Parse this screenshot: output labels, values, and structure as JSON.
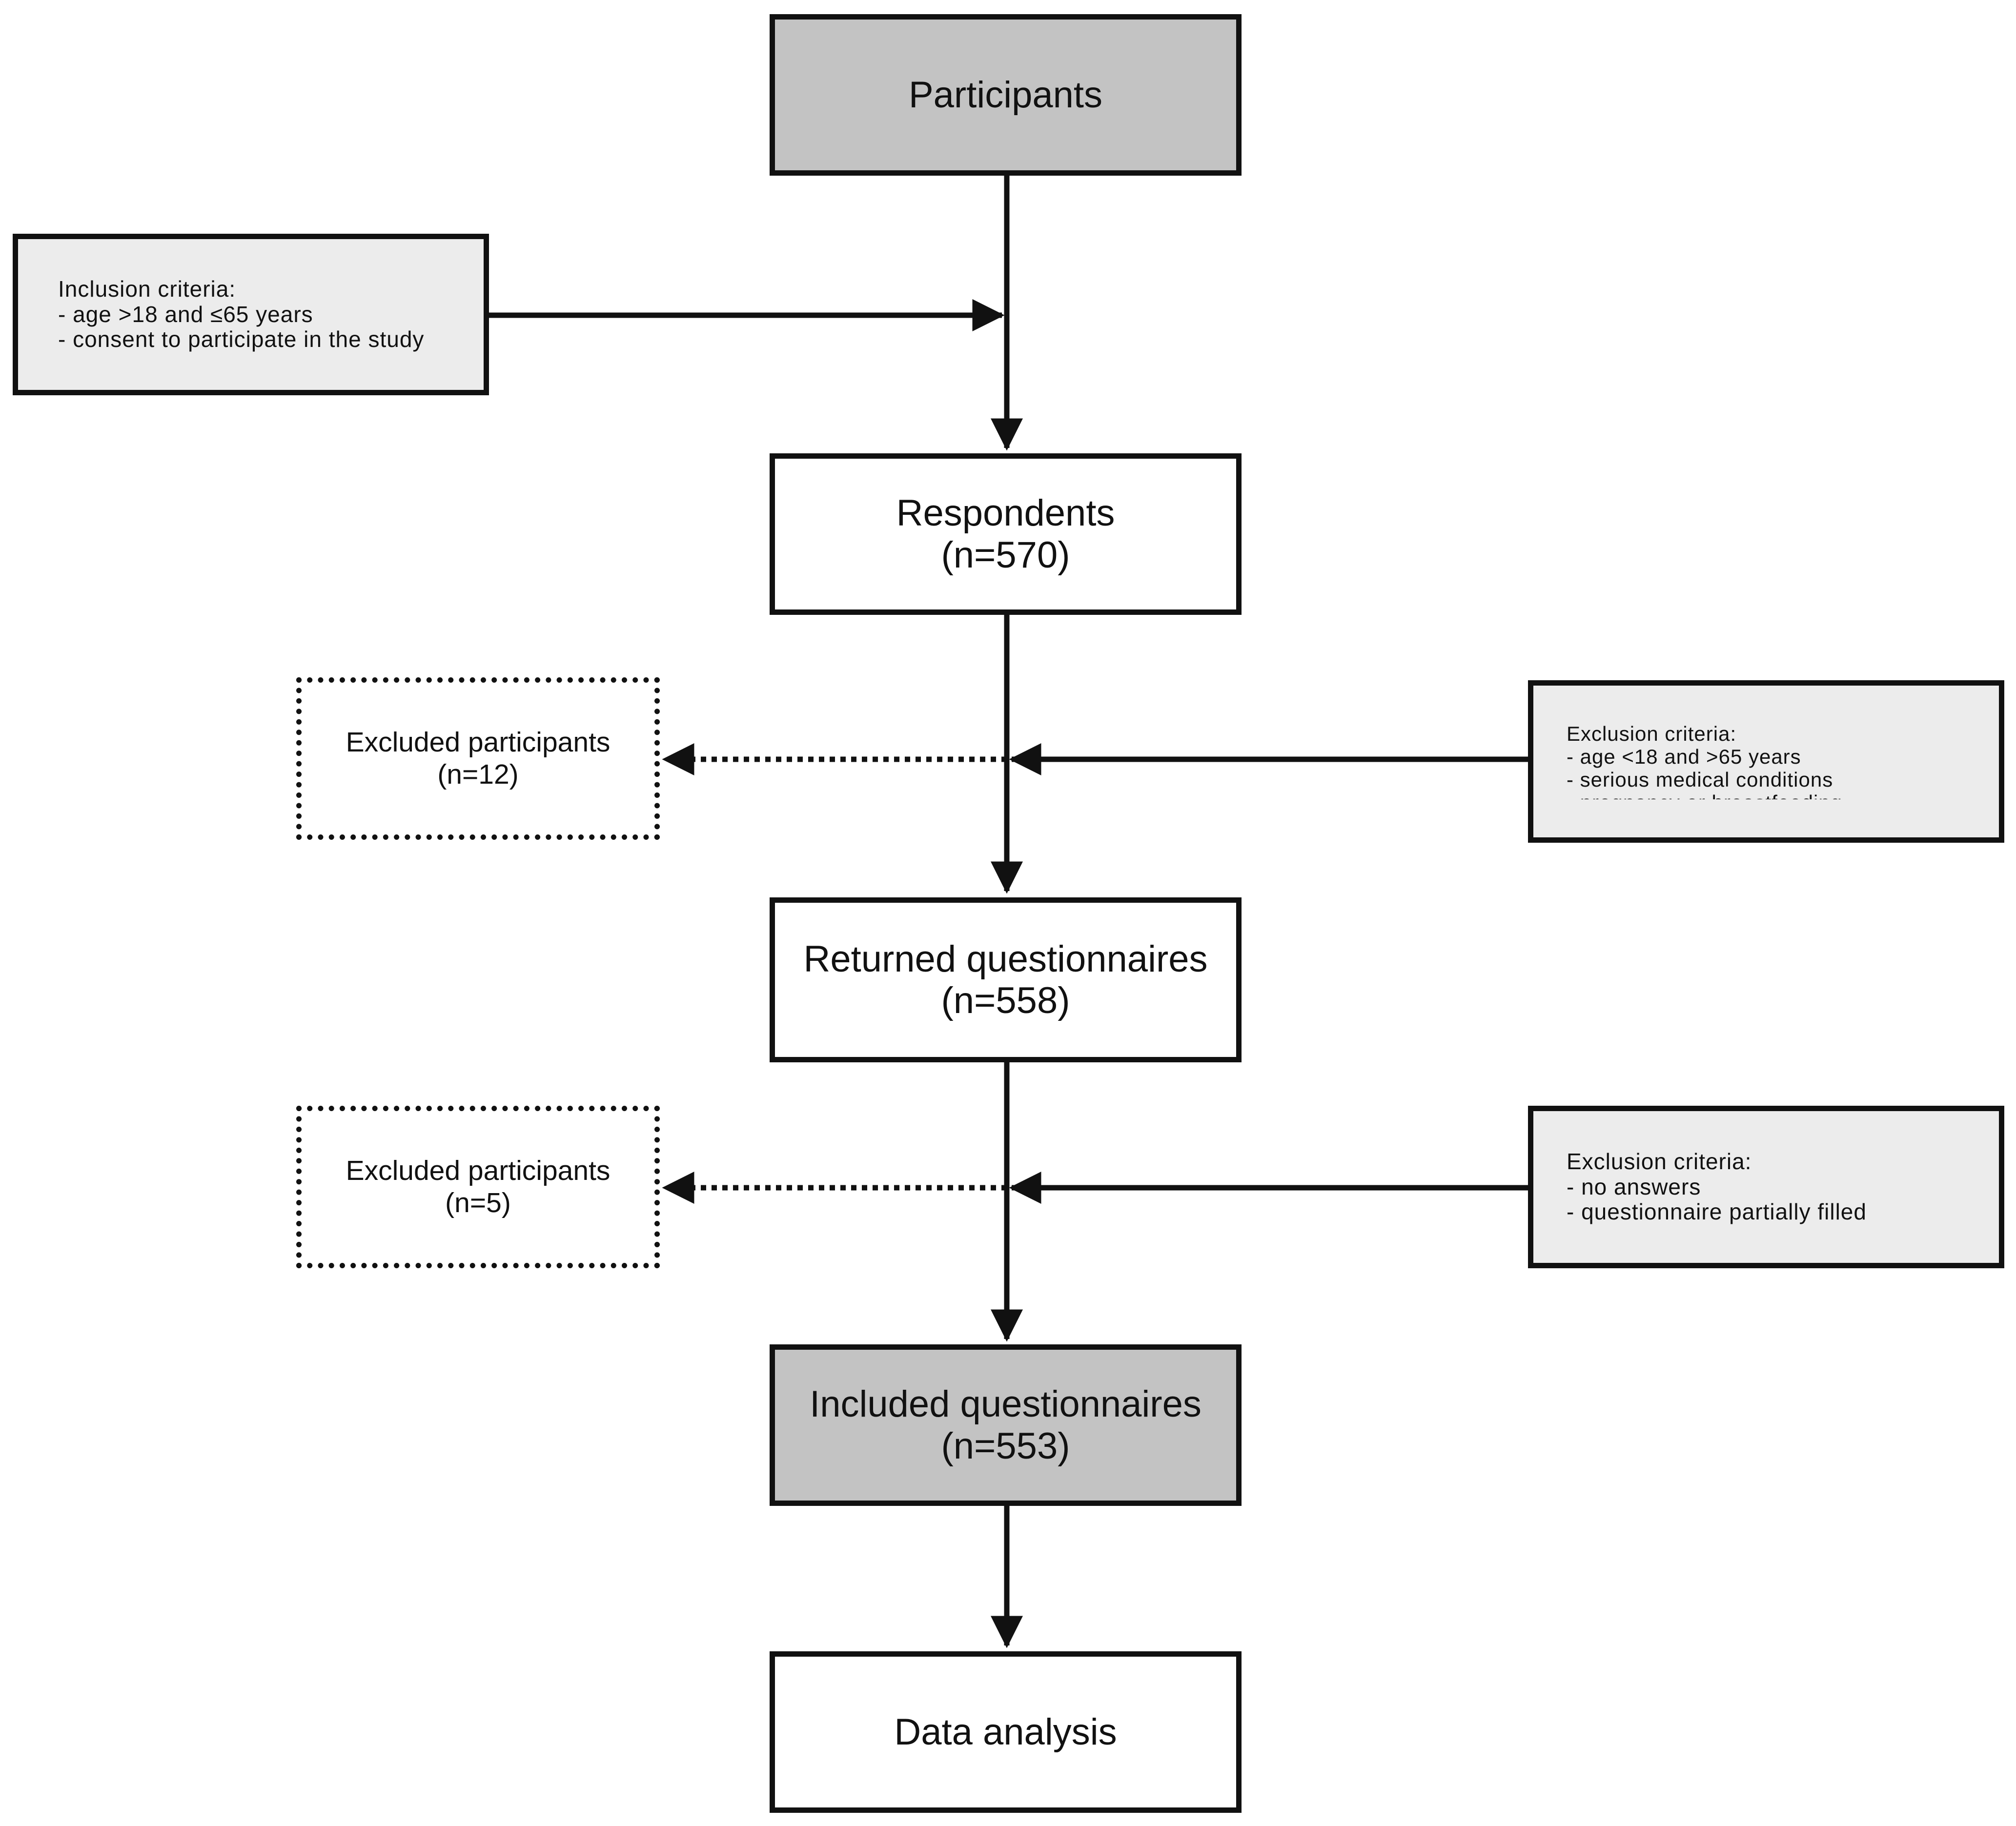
{
  "nodes": {
    "participants": {
      "lines": [
        "Participants"
      ]
    },
    "respondents": {
      "lines": [
        "Respondents",
        "(n=570)"
      ]
    },
    "returned": {
      "lines": [
        "Returned questionnaires",
        "(n=558)"
      ]
    },
    "included": {
      "lines": [
        "Included questionnaires",
        "(n=553)"
      ]
    },
    "analysis": {
      "lines": [
        "Data analysis"
      ]
    },
    "excluded_1": {
      "lines": [
        "Excluded participants",
        "(n=12)"
      ]
    },
    "excluded_2": {
      "lines": [
        "Excluded participants",
        "(n=5)"
      ]
    }
  },
  "criteria": {
    "inclusion": {
      "lines": [
        "Inclusion criteria:",
        "- age >18 and ≤65 years",
        "- consent to participate in the study"
      ]
    },
    "exclusion_1": {
      "lines": [
        "Exclusion criteria:",
        "- age <18 and >65 years",
        "- serious medical conditions",
        "- pregnancy or breastfeeding"
      ]
    },
    "exclusion_2": {
      "lines": [
        "Exclusion criteria:",
        "- no answers",
        "- questionnaire partially filled"
      ]
    }
  },
  "colors": {
    "stroke": "#111111",
    "box_dark": "#c3c3c3",
    "box_light": "#ececec",
    "box_white": "#ffffff"
  }
}
